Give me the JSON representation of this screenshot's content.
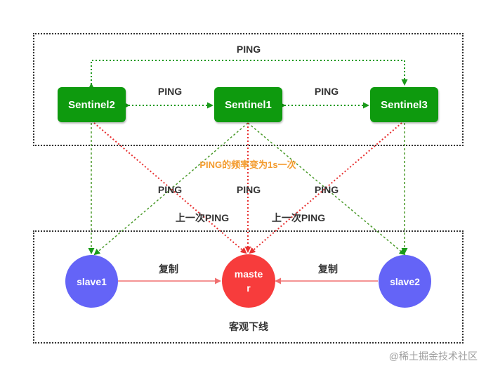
{
  "sentinels": [
    "Sentinel2",
    "Sentinel1",
    "Sentinel3"
  ],
  "nodes": {
    "slave1": "slave1",
    "master_line1": "maste",
    "master_line2": "r",
    "slave2": "slave2"
  },
  "labels": {
    "ping_top": "PING",
    "ping_2_1": "PING",
    "ping_1_3": "PING",
    "freq_change": "PING的频率变为1s一次",
    "ping_left": "PING",
    "ping_mid": "PING",
    "ping_right": "PING",
    "last_ping_left": "上一次PING",
    "last_ping_right": "上一次PING",
    "replicate_left": "复制",
    "replicate_right": "复制",
    "objectively_down": "客观下线"
  },
  "watermark": "@稀土掘金技术社区",
  "colors": {
    "sentinel": "#0e9a0e",
    "slave": "#6464f7",
    "master": "#f73c3c",
    "ping_green": "#1a9a1a",
    "failure_red": "#e83030",
    "replicate": "#f08080",
    "orange_note": "#f39a2c"
  }
}
